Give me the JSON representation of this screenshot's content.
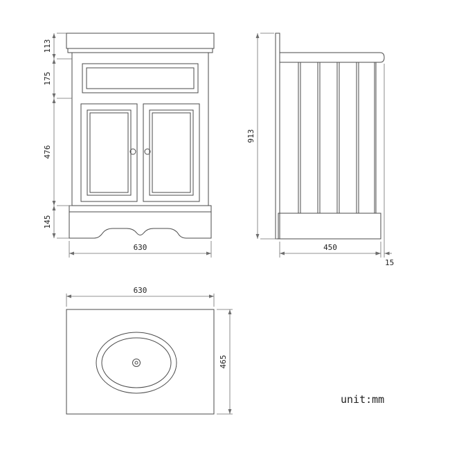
{
  "unit_label": "unit:mm",
  "dimensions": {
    "front": {
      "segments": [
        "113",
        "175",
        "476",
        "145"
      ],
      "width": "630"
    },
    "side": {
      "height": "913",
      "depth": "450",
      "overhang": "15"
    },
    "top": {
      "width": "630",
      "depth": "465"
    }
  },
  "colors": {
    "line": "#4a4a4a",
    "dim": "#6e6e6e",
    "text": "#1f1f1f",
    "background": "#ffffff"
  }
}
